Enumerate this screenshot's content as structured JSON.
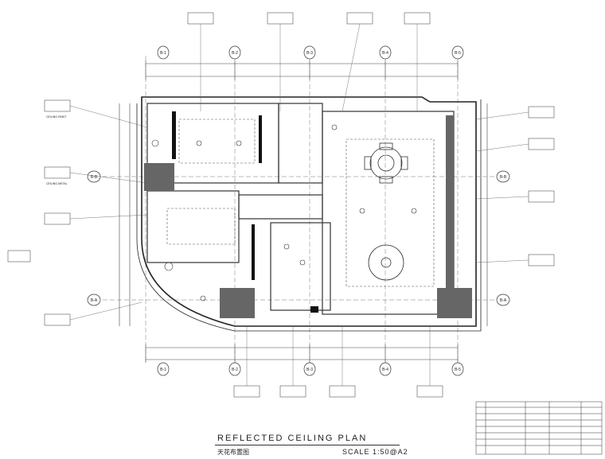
{
  "drawing": {
    "title": "REFLECTED CEILING PLAN",
    "subtitle_cn": "天花布置图",
    "scale": "SCALE  1:50@A2"
  },
  "grid_labels": {
    "top": [
      "B-1",
      "B-2",
      "B-3",
      "B-4",
      "B-5"
    ],
    "bottom": [
      "B-1",
      "B-2",
      "B-3",
      "B-4",
      "B-5"
    ],
    "left": [
      "B-A",
      "B-B"
    ],
    "right": [
      "B-A",
      "B-B"
    ]
  },
  "tags": {
    "ceiling_paint": "CEILING-PAINT",
    "ceiling_metal": "CEILING-METAL"
  }
}
